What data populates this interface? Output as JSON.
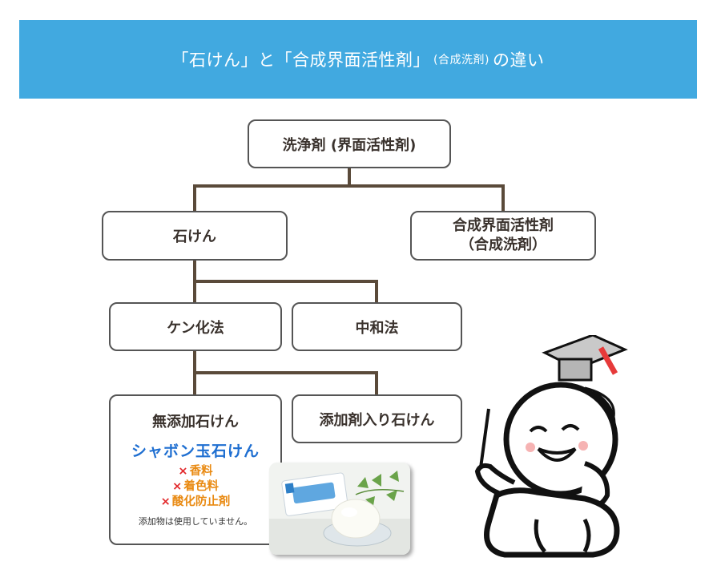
{
  "banner": {
    "title_part1": "「石けん」と「合成界面活性剤」",
    "title_small": "(合成洗剤)",
    "title_part2": "の違い"
  },
  "diagram": {
    "root": "洗浄剤 (界面活性剤)",
    "soap": "石けん",
    "synthetic": {
      "line1": "合成界面活性剤",
      "line2": "（合成洗剤）"
    },
    "saponification": "ケン化法",
    "neutralization": "中和法",
    "additive_free": {
      "label": "無添加石けん",
      "product": "シャボン玉石けん",
      "x_mark": "×",
      "excluded": [
        "香料",
        "着色料",
        "酸化防止剤"
      ],
      "note": "添加物は使用していません。"
    },
    "with_additives": "添加剤入り石けん"
  },
  "colors": {
    "banner": "#41a9e0",
    "connector": "#5a4a3a",
    "product": "#1f6fd1",
    "excluded_text": "#e98a12",
    "x_mark": "#e2272a"
  },
  "icons": [
    "soap-product-photo",
    "professor-mascot-icon"
  ]
}
